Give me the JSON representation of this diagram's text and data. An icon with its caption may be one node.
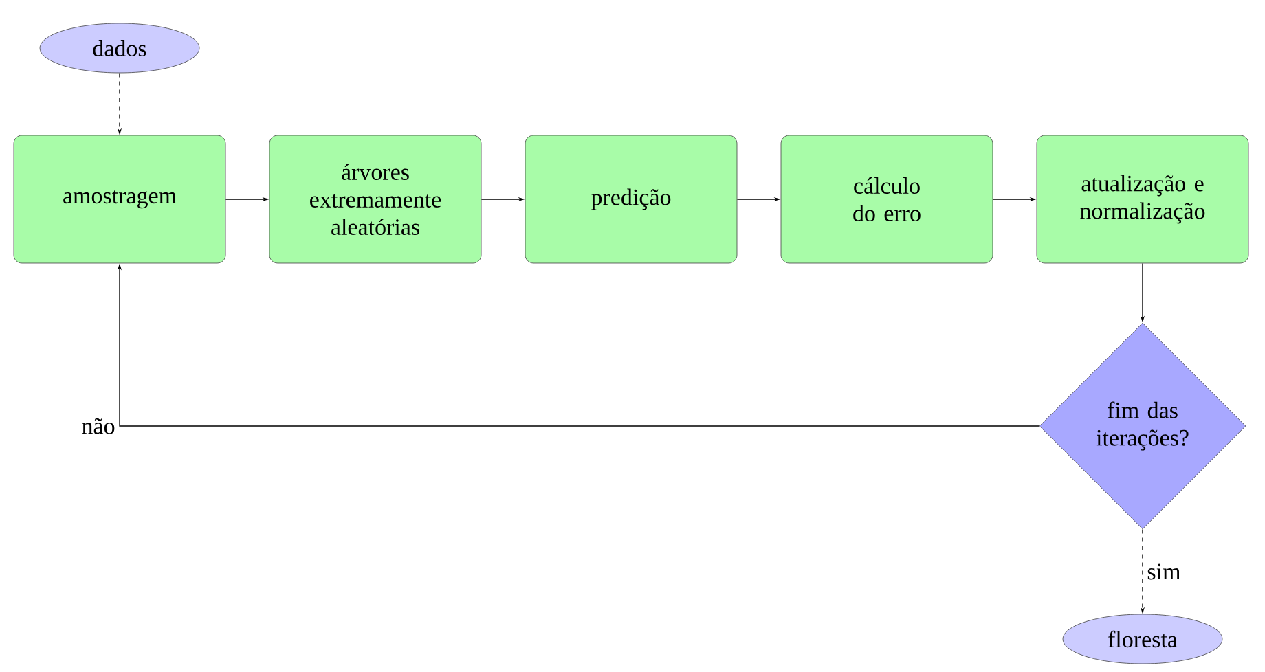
{
  "diagram": {
    "nodes": [
      {
        "text": [
          "dados"
        ]
      },
      {
        "text": [
          "amostragem"
        ]
      },
      {
        "text": [
          "árvores extremamente aleatórias"
        ]
      },
      {
        "text": [
          "predição"
        ]
      },
      {
        "text": [
          "cálculo do erro"
        ]
      },
      {
        "text": [
          "atualização e normalização"
        ]
      },
      {
        "text": [
          "fim das iterações?"
        ]
      },
      {
        "text": [
          "floresta"
        ]
      }
    ],
    "edges": [
      {
        "from": 0,
        "to": 1,
        "arrow": "to",
        "style": "dashed"
      },
      {
        "from": 1,
        "to": 2,
        "arrow": "to"
      },
      {
        "from": 2,
        "to": 3,
        "arrow": "to"
      },
      {
        "from": 3,
        "to": 4,
        "arrow": "to"
      },
      {
        "from": 4,
        "to": 5,
        "arrow": "to"
      },
      {
        "from": 5,
        "to": 6,
        "arrow": "to"
      },
      {
        "from": 6,
        "to": 1,
        "arrow": "to",
        "label": "não"
      },
      {
        "from": 6,
        "to": 7,
        "arrow": "to",
        "style": "dashed",
        "label": "sim"
      }
    ]
  }
}
